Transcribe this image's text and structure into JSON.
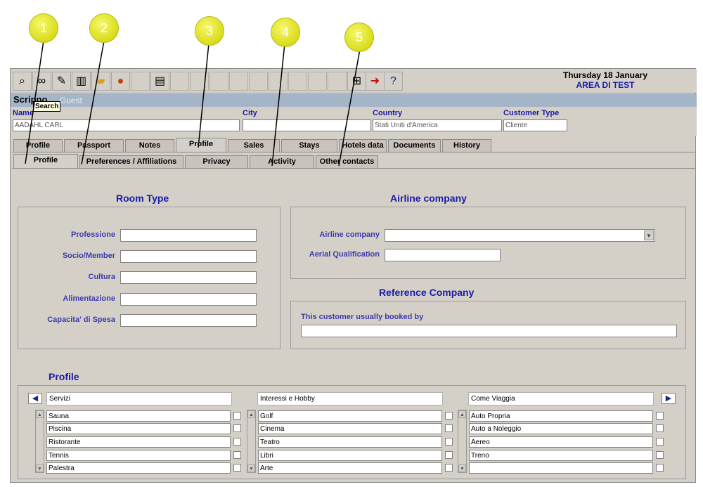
{
  "callouts": [
    "1",
    "2",
    "3",
    "4",
    "5"
  ],
  "toolbar": {
    "icons": [
      "search-icon",
      "glasses-icon",
      "edit-icon",
      "trash-icon",
      "folder-icon",
      "user-icon",
      "print-icon",
      "attach-icon",
      "exit-icon",
      "help-icon"
    ],
    "date": "Thursday 18 January",
    "area": "AREA DI TEST"
  },
  "title": {
    "app": "Scripno",
    "sub": "Guest"
  },
  "tooltip": "Search",
  "header": {
    "name_label": "Name",
    "name_value": "AADAHL CARL",
    "city_label": "City",
    "city_value": "",
    "country_label": "Country",
    "country_value": "Stati Uniti d'America",
    "type_label": "Customer Type",
    "type_value": "Cliente"
  },
  "tabs_main": [
    "Profile",
    "Passport",
    "Notes",
    "Profile",
    "Sales",
    "Stays",
    "Hotels data",
    "Documents",
    "History"
  ],
  "tabs_sub": [
    "Profile",
    "Preferences / Affiliations",
    "Privacy",
    "Activity",
    "Other contacts"
  ],
  "room_type": {
    "title": "Room Type",
    "fields": [
      {
        "label": "Professione",
        "value": ""
      },
      {
        "label": "Socio/Member",
        "value": ""
      },
      {
        "label": "Cultura",
        "value": ""
      },
      {
        "label": "Alimentazione",
        "value": ""
      },
      {
        "label": "Capacita' di Spesa",
        "value": ""
      }
    ]
  },
  "airline": {
    "title": "Airline company",
    "company_label": "Airline company",
    "company_value": "",
    "qual_label": "Aerial Qualification",
    "qual_value": ""
  },
  "reference": {
    "title": "Reference Company",
    "booked_label": "This customer usually booked by",
    "booked_value": ""
  },
  "profile_lists": {
    "title": "Profile",
    "columns": [
      {
        "header": "Servizi",
        "items": [
          "Sauna",
          "Piscina",
          "Ristorante",
          "Tennis",
          "Palestra"
        ]
      },
      {
        "header": "Interessi e Hobby",
        "items": [
          "Golf",
          "Cinema",
          "Teatro",
          "Libri",
          "Arte"
        ]
      },
      {
        "header": "Come Viaggia",
        "items": [
          "Auto Propria",
          "Auto a Noleggio",
          "Aereo",
          "Treno",
          ""
        ]
      }
    ]
  }
}
